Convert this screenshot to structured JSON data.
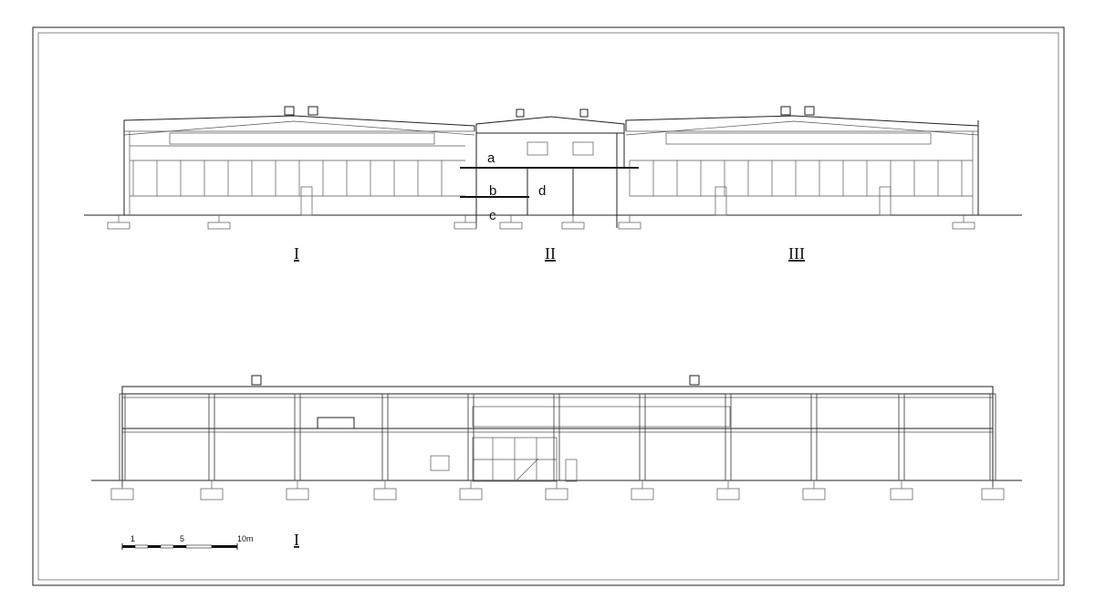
{
  "section_labels": {
    "block_1": "I",
    "block_2": "II",
    "block_3": "III",
    "bottom_section": "I"
  },
  "room_labels": {
    "a": "a",
    "b": "b",
    "c": "c",
    "d": "d"
  },
  "scale_bar": {
    "tick_1": "1",
    "tick_5": "5",
    "tick_10": "10m"
  }
}
